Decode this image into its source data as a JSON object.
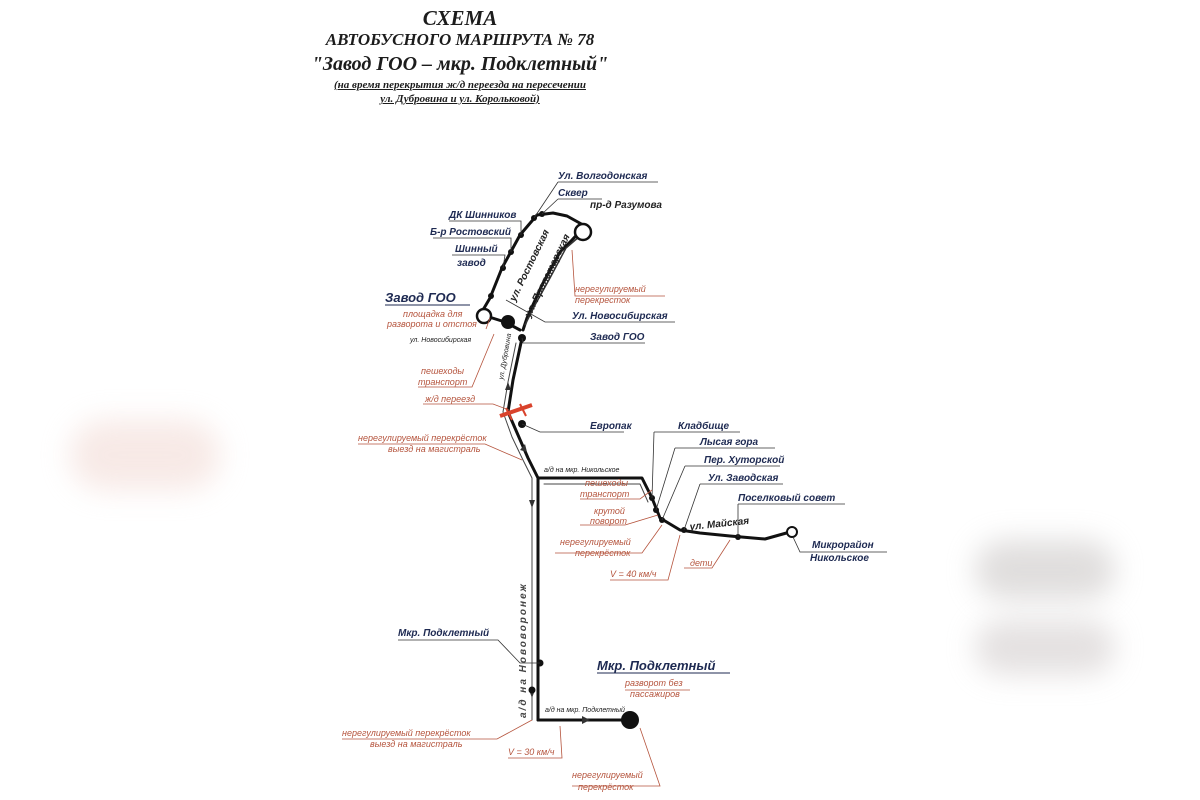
{
  "header": {
    "line1": "СХЕМА",
    "line2": "АВТОБУСНОГО МАРШРУТА № 78",
    "line3": "\"Завод ГОО – мкр. Подклетный\"",
    "line4": "(на время перекрытия ж/д переезда на пересечении",
    "line5": "ул. Дубровина и ул. Корольковой)"
  },
  "colors": {
    "route": "#111111",
    "label_stop": "#1e2a52",
    "label_warning": "#b5543d",
    "rail_crossing": "#d9432c"
  },
  "stops": {
    "volgodonskaya": "Ул. Волгодонская",
    "skver": "Сквер",
    "dk_shinnikov": "ДК Шинников",
    "b_rostovsky": "Б-р Ростовский",
    "shinny_1": "Шинный",
    "shinny_2": "завод",
    "novosibirskaya": "Ул. Новосибирская",
    "zavod_goo": "Завод ГОО",
    "evropak": "Европак",
    "kladbische": "Кладбище",
    "lysaya_gora": "Лысая гора",
    "per_khutorskoy": "Пер. Хуторской",
    "zavodskaya": "Ул. Заводская",
    "poselkovy_sovet": "Поселковый совет",
    "mikrorayon_1": "Микрорайон",
    "mikrorayon_2": "Никольское",
    "mkr_podkletny": "Мкр. Подклетный"
  },
  "terminals": {
    "zavod_goo": "Завод ГОО",
    "mkr_podkletny": "Мкр. Подклетный"
  },
  "warnings": {
    "ploschadka_1": "площадка для",
    "ploschadka_2": "разворота и отстоя",
    "unreg_top_1": "нерегулируемый",
    "unreg_top_2": "перекресток",
    "pesh_1_1": "пешеходы",
    "pesh_1_2": "транспорт",
    "rail": "ж/д переезд",
    "unreg_mid_1": "нерегулируемый перекрёсток",
    "unreg_mid_2": "выезд на магистраль",
    "pesh_2_1": "пешеходы",
    "pesh_2_2": "транспорт",
    "krutoy_1": "крутой",
    "krutoy_2": "поворот",
    "unreg_right_1": "нерегулируемый",
    "unreg_right_2": "перекрёсток",
    "speed_40": "V = 40 км/ч",
    "deti": "дети",
    "razvorot_1": "разворот без",
    "razvorot_2": "пассажиров",
    "unreg_bot_1": "нерегулируемый перекрёсток",
    "unreg_bot_2": "выезд на магистраль",
    "speed_30": "V = 30 км/ч",
    "unreg_end_1": "нерегулируемый",
    "unreg_end_2": "перекрёсток"
  },
  "streets": {
    "razumova": "пр-д Разумова",
    "rostovskaya": "ул. Ростовская",
    "proletarskaya": "ул. Пролетарская",
    "novosibirskaya_small": "ул. Новосибирская",
    "dubrovina": "ул. Дубровина",
    "to_nikolskoe": "а/д на мкр. Никольское",
    "mayskaya": "ул. Майская",
    "novovoronezh": "а/д на Нововоронеж",
    "to_podkletny": "а/д на мкр. Подклетный"
  }
}
